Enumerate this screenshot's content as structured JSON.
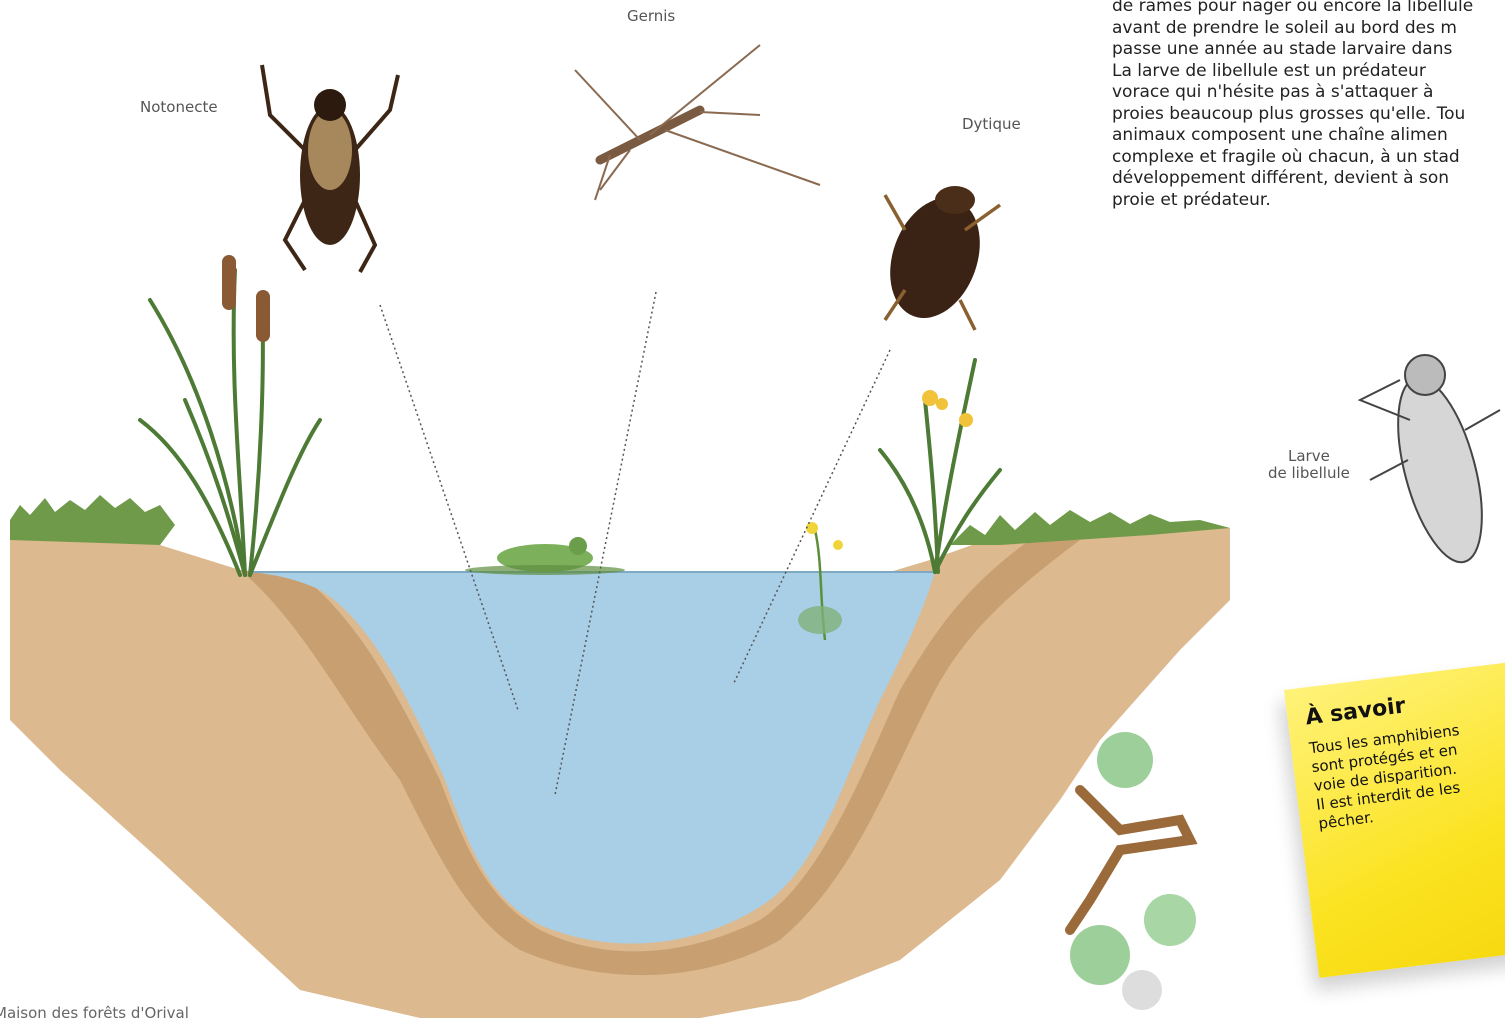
{
  "labels": {
    "notonecte": "Notonecte",
    "gernis": "Gernis",
    "dytique": "Dytique",
    "larve_line1": "Larve",
    "larve_line2": "de libellule"
  },
  "paragraph": [
    "de rames pour nager ou encore la libellule",
    "avant de prendre le soleil au bord des m",
    "passe une année au stade larvaire dans",
    "La larve de libellule est un prédateur",
    "vorace qui n'hésite pas à s'attaquer à",
    "proies beaucoup plus grosses qu'elle. Tou",
    "animaux composent une chaîne alimen",
    "complexe et fragile où chacun, à un stad",
    "développement différent, devient à son",
    "proie et prédateur."
  ],
  "note": {
    "title": "À savoir",
    "lines": [
      "Tous les amphibiens",
      "sont protégés et en",
      "voie de disparition.",
      "Il est interdit de les",
      "pêcher."
    ]
  },
  "footer": "Maison des forêts d'Orival",
  "colors": {
    "water": "#a9cfe6",
    "soil": "#dcb98e",
    "soil_dark": "#b88a5a",
    "grass": "#6f9a4a",
    "note": "#fbe321"
  }
}
